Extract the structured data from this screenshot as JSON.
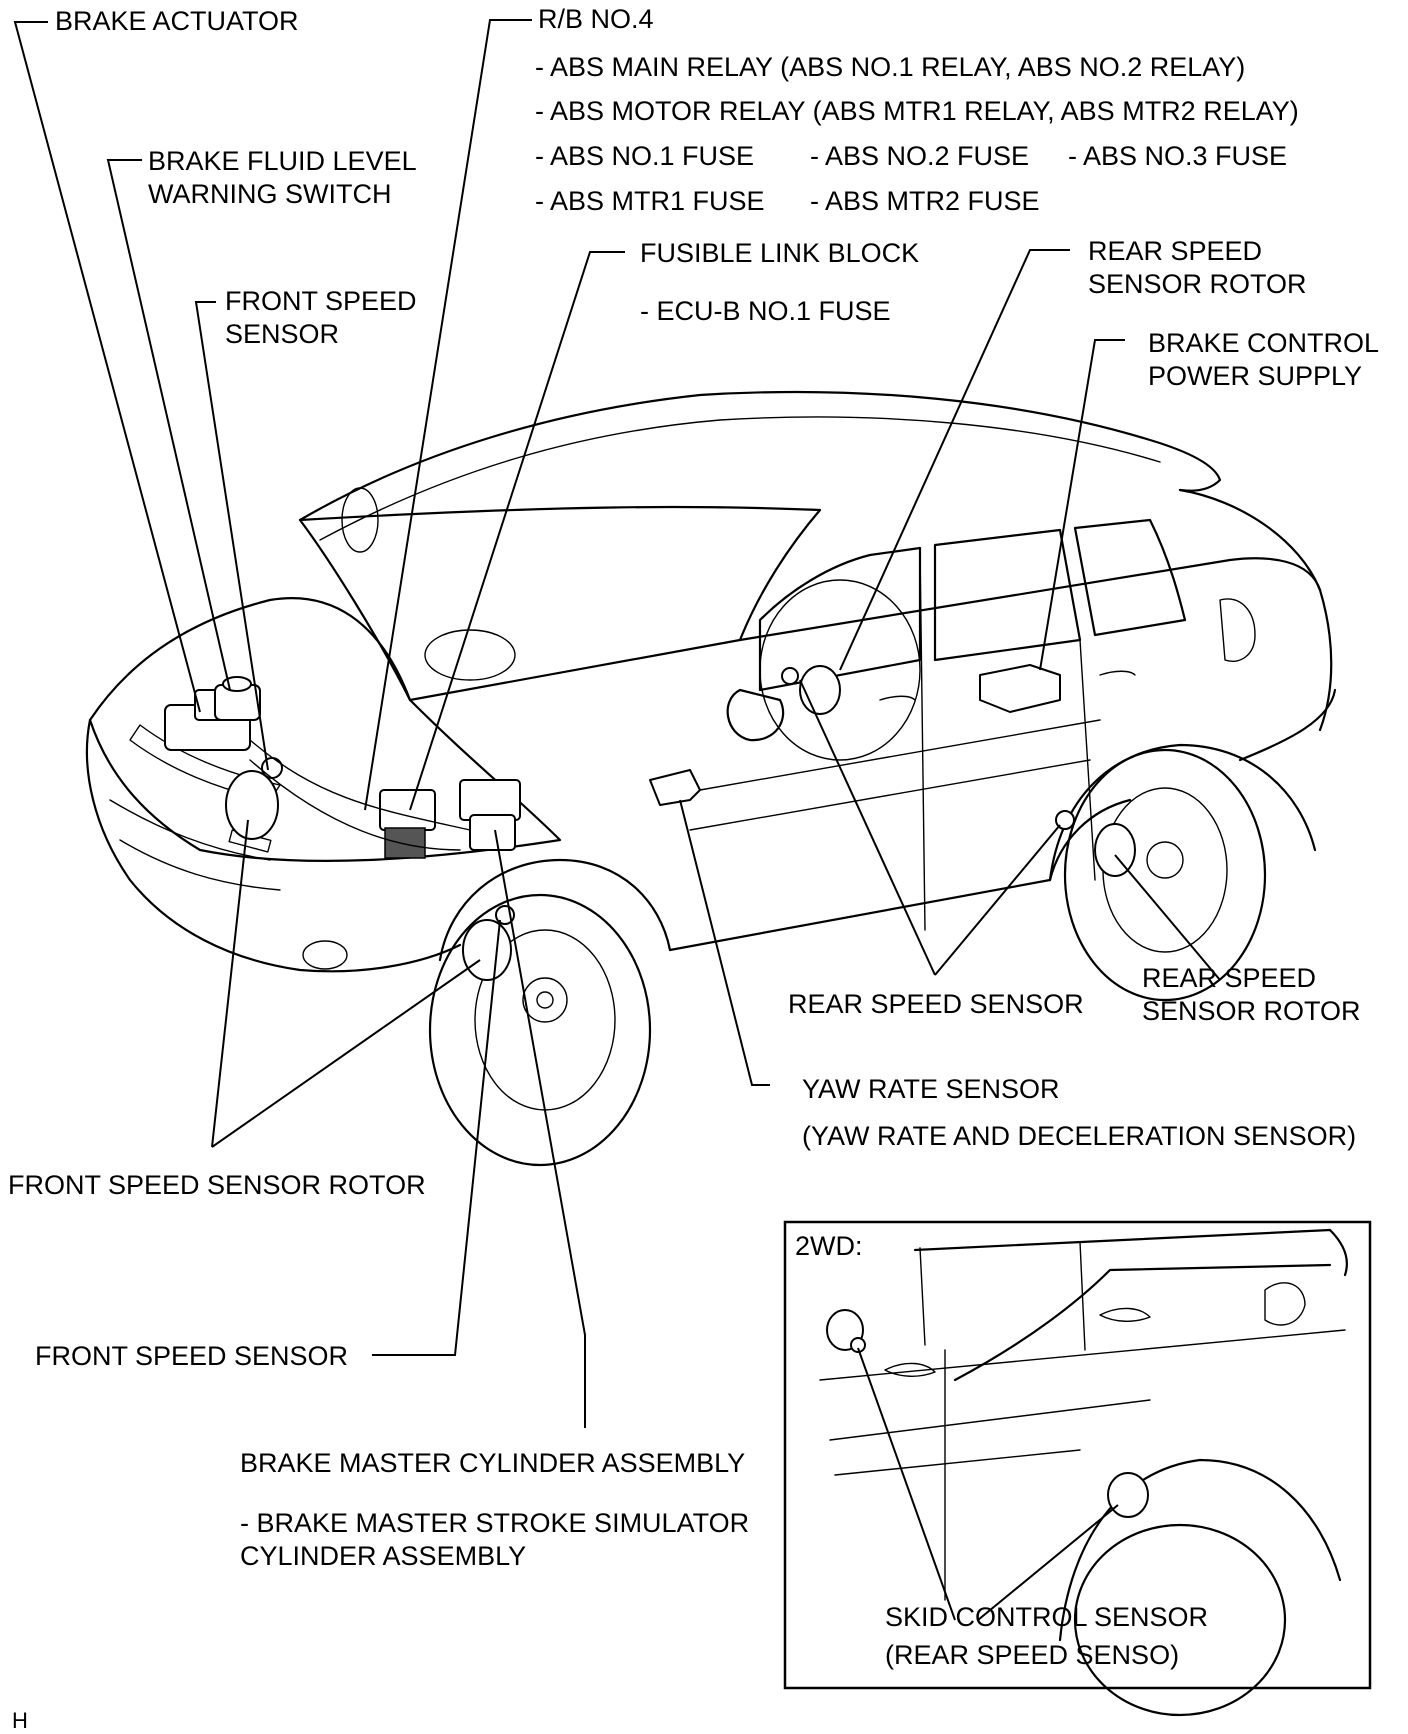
{
  "labels": {
    "brake_actuator": "BRAKE ACTUATOR",
    "rb_no4": "R/B NO.4",
    "abs_main_relay": "- ABS MAIN RELAY  (ABS NO.1 RELAY, ABS NO.2 RELAY)",
    "abs_motor_relay": "- ABS MOTOR RELAY  (ABS MTR1 RELAY, ABS MTR2 RELAY)",
    "abs_no1_fuse": "- ABS NO.1 FUSE",
    "abs_no2_fuse": "- ABS NO.2 FUSE",
    "abs_no3_fuse": "- ABS NO.3 FUSE",
    "abs_mtr1_fuse": "- ABS MTR1 FUSE",
    "abs_mtr2_fuse": "- ABS MTR2 FUSE",
    "brake_fluid_level_line1": "BRAKE FLUID LEVEL",
    "brake_fluid_level_line2": "WARNING SWITCH",
    "fusible_link_block": "FUSIBLE LINK BLOCK",
    "ecu_b_no1_fuse": "- ECU-B NO.1 FUSE",
    "front_speed_sensor_top_line1": "FRONT SPEED",
    "front_speed_sensor_top_line2": "SENSOR",
    "rear_speed_sensor_rotor_top_line1": "REAR SPEED",
    "rear_speed_sensor_rotor_top_line2": "SENSOR ROTOR",
    "brake_control_power_line1": "BRAKE CONTROL",
    "brake_control_power_line2": "POWER SUPPLY",
    "rear_speed_sensor": "REAR SPEED SENSOR",
    "rear_speed_sensor_rotor_bottom_line1": "REAR SPEED",
    "rear_speed_sensor_rotor_bottom_line2": "SENSOR ROTOR",
    "yaw_rate_sensor_line1": "YAW RATE SENSOR",
    "yaw_rate_sensor_line2": "(YAW RATE AND DECELERATION SENSOR)",
    "front_speed_sensor_rotor": "FRONT SPEED SENSOR ROTOR",
    "front_speed_sensor_bottom": "FRONT SPEED SENSOR",
    "brake_master_cylinder": "BRAKE MASTER CYLINDER ASSEMBLY",
    "brake_master_stroke_line1": "- BRAKE MASTER STROKE SIMULATOR",
    "brake_master_stroke_line2": "CYLINDER ASSEMBLY",
    "inset_2wd": "2WD:",
    "skid_control_line1": "SKID CONTROL SENSOR",
    "skid_control_line2": "(REAR SPEED SENSO)",
    "corner_code": "H"
  }
}
